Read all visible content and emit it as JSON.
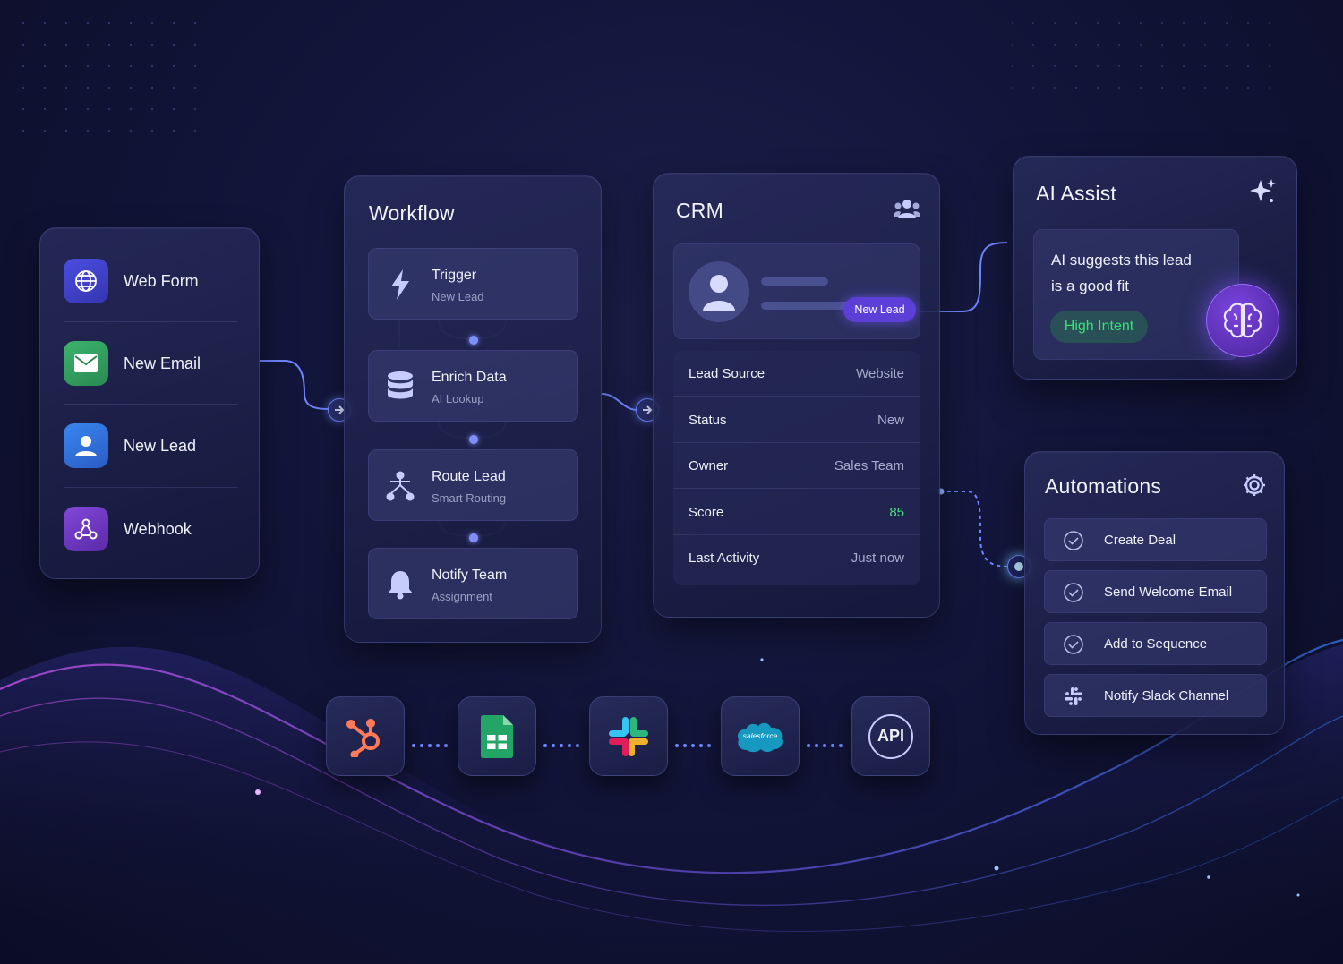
{
  "colors": {
    "accent": "#7f8fff",
    "score_green": "#4ade80",
    "high_intent_green": "#39e07a",
    "web_form_icon_bg": "#3c3fc0",
    "new_email_icon_bg": "#2f9a5c",
    "new_lead_icon_bg": "#2f6fd8",
    "webhook_icon_bg": "#6b34c6",
    "brain_purple": "#5b2fb0"
  },
  "sources": {
    "items": [
      {
        "label": "Web Form",
        "icon": "globe-icon"
      },
      {
        "label": "New Email",
        "icon": "mail-icon"
      },
      {
        "label": "New Lead",
        "icon": "user-icon"
      },
      {
        "label": "Webhook",
        "icon": "webhook-icon"
      }
    ]
  },
  "workflow": {
    "title": "Workflow",
    "steps": [
      {
        "title": "Trigger",
        "subtitle": "New Lead",
        "icon": "lightning-icon"
      },
      {
        "title": "Enrich Data",
        "subtitle": "AI Lookup",
        "icon": "database-icon"
      },
      {
        "title": "Route Lead",
        "subtitle": "Smart Routing",
        "icon": "routing-icon"
      },
      {
        "title": "Notify Team",
        "subtitle": "Assignment",
        "icon": "bell-icon"
      }
    ]
  },
  "crm": {
    "title": "CRM",
    "header_icon": "team-icon",
    "badge": "New Lead",
    "fields": [
      {
        "key": "Lead Source",
        "value": "Website"
      },
      {
        "key": "Status",
        "value": "New"
      },
      {
        "key": "Owner",
        "value": "Sales Team"
      },
      {
        "key": "Score",
        "value": "85"
      },
      {
        "key": "Last Activity",
        "value": "Just now"
      }
    ]
  },
  "ai_assist": {
    "title": "AI Assist",
    "header_icon": "sparkle-icon",
    "message_line1": "AI suggests this lead",
    "message_line2": "is a good fit",
    "tag": "High Intent",
    "avatar_icon": "brain-icon"
  },
  "automations": {
    "title": "Automations",
    "header_icon": "gear-icon",
    "items": [
      {
        "label": "Create Deal",
        "icon": "check-circle-icon"
      },
      {
        "label": "Send Welcome Email",
        "icon": "check-circle-icon"
      },
      {
        "label": "Add to Sequence",
        "icon": "check-circle-icon"
      },
      {
        "label": "Notify Slack Channel",
        "icon": "slack-icon"
      }
    ]
  },
  "integrations": {
    "items": [
      {
        "name": "hubspot-icon"
      },
      {
        "name": "google-sheets-icon"
      },
      {
        "name": "slack-icon"
      },
      {
        "name": "salesforce-icon",
        "label": "salesforce"
      },
      {
        "name": "api-icon",
        "label": "API"
      }
    ]
  }
}
